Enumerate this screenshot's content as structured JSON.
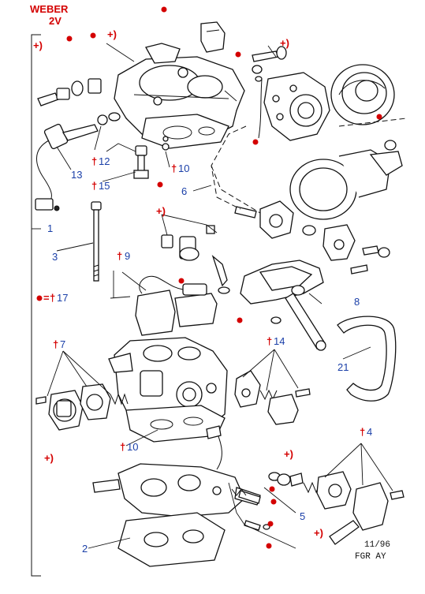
{
  "title": {
    "line1": "WEBER",
    "line2": "2V"
  },
  "colors": {
    "callout_blue": "#1a3fa8",
    "mark_red": "#d40000",
    "line": "#111111"
  },
  "labels": {
    "l1": "1",
    "l2": "2",
    "l3": "3",
    "l4": "4",
    "l5": "5",
    "l6": "6",
    "l7": "7",
    "l8": "8",
    "l9": "9",
    "l10a": "10",
    "l10b": "10",
    "l12": "12",
    "l13": "13",
    "l14": "14",
    "l15": "15",
    "l21": "21"
  },
  "marks": {
    "service": "+)",
    "dagger": "†",
    "legend_eq": "=",
    "legend_num": "17"
  },
  "footer": {
    "date": "11/96",
    "code": "FGR AY"
  }
}
